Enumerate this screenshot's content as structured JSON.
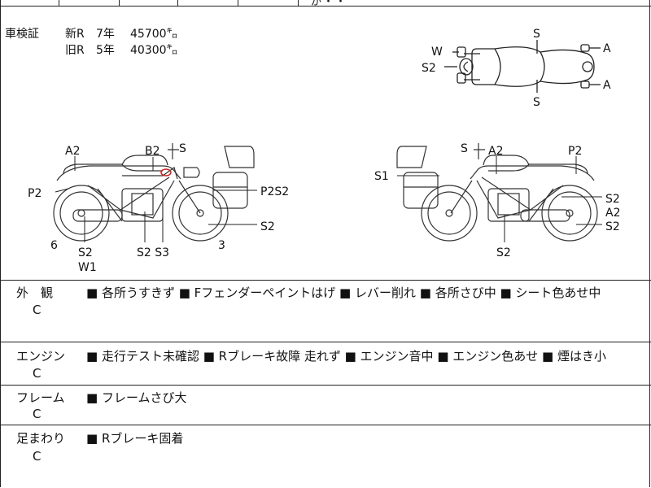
{
  "header_partial": "が・・",
  "inspection": {
    "label": "車検証",
    "new": {
      "label": "新R",
      "year": "7年",
      "value": "45700㌔"
    },
    "old": {
      "label": "旧R",
      "year": "5年",
      "value": "40300㌔"
    }
  },
  "top_view_marks": {
    "w": "W",
    "s2": "S2",
    "s_top": "S",
    "s_bottom": "S",
    "a_top": "A",
    "a_bottom": "A"
  },
  "left_view_marks": {
    "a2": "A2",
    "b2": "B2",
    "s": "S",
    "p2": "P2",
    "p2s2": "P2S2",
    "s2_right": "S2",
    "six": "6",
    "s2_w1_a": "S2",
    "s2_w1_b": "W1",
    "s2s3": "S2 S3",
    "three": "3"
  },
  "right_view_marks": {
    "s": "S",
    "a2": "A2",
    "p2": "P2",
    "s1": "S1",
    "s2_a": "S2",
    "a2_b": "A2",
    "s2_b": "S2",
    "s2_bottom": "S2"
  },
  "sections": [
    {
      "label": "外　観",
      "grade": "C",
      "text": "■ 各所うすきず ■ Fフェンダーペイントはげ ■ レバー削れ ■ 各所さび中 ■ シート色あせ中"
    },
    {
      "label": "エンジン",
      "grade": "C",
      "text": "■ 走行テスト未確認 ■ Rブレーキ故障 走れず ■ エンジン音中 ■ エンジン色あせ ■ 煙はき小"
    },
    {
      "label": "フレーム",
      "grade": "C",
      "text": "■ フレームさび大"
    },
    {
      "label": "足まわり",
      "grade": "C",
      "text": "■ Rブレーキ固着"
    }
  ]
}
